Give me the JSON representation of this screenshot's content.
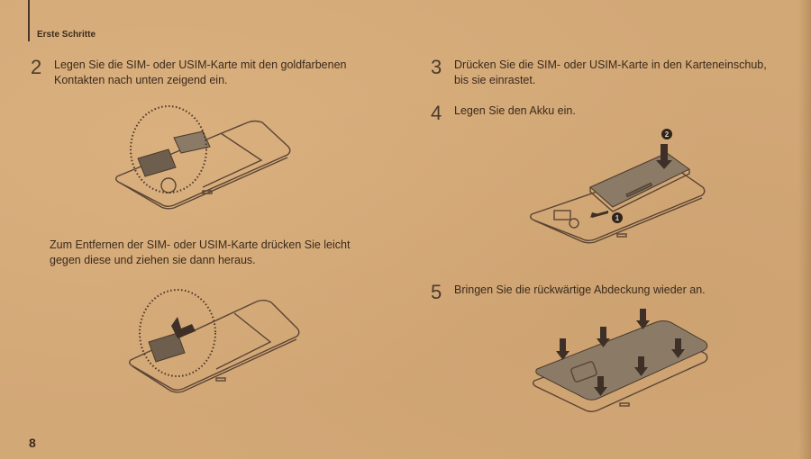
{
  "header": {
    "section_title": "Erste Schritte"
  },
  "steps": [
    {
      "number": "2",
      "text_line1": "Legen Sie die SIM- oder USIM-Karte mit den goldfarbenen",
      "text_line2": "Kontakten nach unten zeigend ein."
    },
    {
      "number": "3",
      "text_line1": "Drücken Sie die SIM- oder USIM-Karte in den Karteneinschub,",
      "text_line2": "bis sie einrastet."
    },
    {
      "number": "4",
      "text_line1": "Legen Sie den Akku ein."
    },
    {
      "number": "5",
      "text_line1": "Bringen Sie die rückwärtige Abdeckung wieder an."
    }
  ],
  "note": {
    "text_line1": "Zum Entfernen der SIM- oder USIM-Karte drücken Sie leicht",
    "text_line2": "gegen diese und ziehen sie dann heraus."
  },
  "illustrations": {
    "insert_sim": "sim-card-insert-illustration",
    "remove_sim": "sim-card-remove-illustration",
    "insert_battery": "battery-insert-illustration",
    "attach_cover": "back-cover-attach-illustration",
    "battery_callouts": [
      "1",
      "2"
    ]
  },
  "footer": {
    "page_number": "8"
  }
}
